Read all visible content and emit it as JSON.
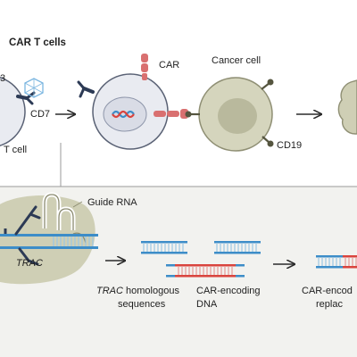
{
  "panel_top": {
    "title": "CAR T cells",
    "label_cd3_fragment": "3",
    "label_cd7": "CD7",
    "label_t_cell_fragment": "T cell",
    "label_car": "CAR",
    "label_cancer_cell": "Cancer cell",
    "label_cd19": "CD19"
  },
  "panel_bottom": {
    "label_guide_rna": "Guide RNA",
    "label_trac": "TRAC",
    "label_homologous_italic": "TRAC",
    "label_homologous_rest": " homologous",
    "label_sequences": "sequences",
    "label_car_encoding_1": "CAR-encoding",
    "label_dna": "DNA",
    "label_result_1": "CAR-encod",
    "label_result_2": "replac"
  },
  "colors": {
    "panel_bg": "#f2f2ef",
    "cell_fill": "#e9ebf1",
    "cell_nucleus": "#d9dce6",
    "cancer_fill": "#d5d5bd",
    "cancer_nucleus": "#b9b99d",
    "cas_fill": "#cfcfb5",
    "car_red": "#d97070",
    "receptor_blue": "#2c3a55",
    "dna_blue": "#3d8dc8",
    "dna_red": "#d9443e",
    "dna_light": "#9cc7e4",
    "arrow": "#2b2b2b"
  }
}
